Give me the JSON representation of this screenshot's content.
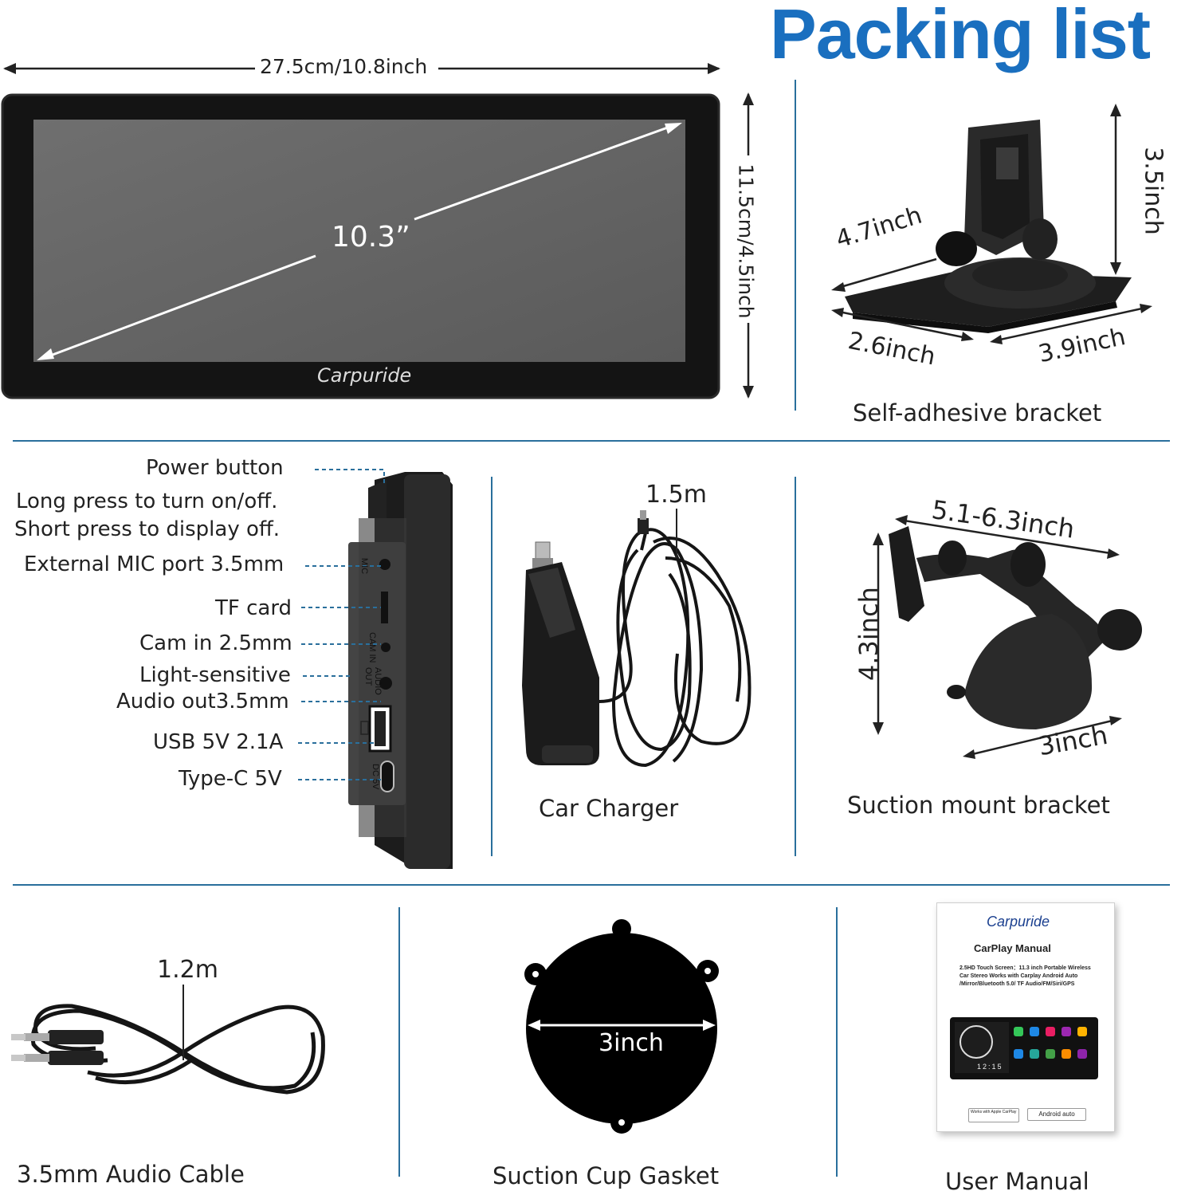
{
  "title": "Packing list",
  "screen": {
    "width_label": "27.5cm/10.8inch",
    "height_label": "11.5cm/4.5inch",
    "diagonal_label": "10.3”",
    "brand": "Carpuride"
  },
  "self_adhesive": {
    "caption": "Self-adhesive bracket",
    "dims": [
      "4.7inch",
      "3.5inch",
      "2.6inch",
      "3.9inch"
    ]
  },
  "ports": [
    "Power button",
    "Long press to turn on/off.",
    "Short press to display off.",
    "External MIC port 3.5mm",
    "TF card",
    "Cam in 2.5mm",
    "Light-sensitive",
    "Audio out3.5mm",
    "USB 5V 2.1A",
    "Type-C 5V"
  ],
  "device_side_marks": [
    "MIC",
    "CAM IN",
    "AUDIO OUT",
    "DC 5V"
  ],
  "car_charger": {
    "caption": "Car Charger",
    "length": "1.5m"
  },
  "suction_mount": {
    "caption": "Suction mount bracket",
    "dims": [
      "5.1-6.3inch",
      "4.3inch",
      "3inch"
    ]
  },
  "audio_cable": {
    "caption": "3.5mm Audio Cable",
    "length": "1.2m"
  },
  "gasket": {
    "caption": "Suction Cup Gasket",
    "dim": "3inch"
  },
  "manual": {
    "caption": "User Manual",
    "brand": "Carpuride",
    "title": "CarPlay Manual",
    "desc": "2.5HD Touch Screen：11.3 inch Portable Wireless Car Stereo Works with Carplay Android Auto /Mirror/Bluetooth 5.0/ TF Audio/FM/Siri/GPS",
    "clock": "12:15",
    "badge_left": "Works with Apple CarPlay",
    "badge_right": "Android auto"
  },
  "colors": {
    "accent": "#1a6fbf",
    "divider": "#2a6f9c"
  }
}
